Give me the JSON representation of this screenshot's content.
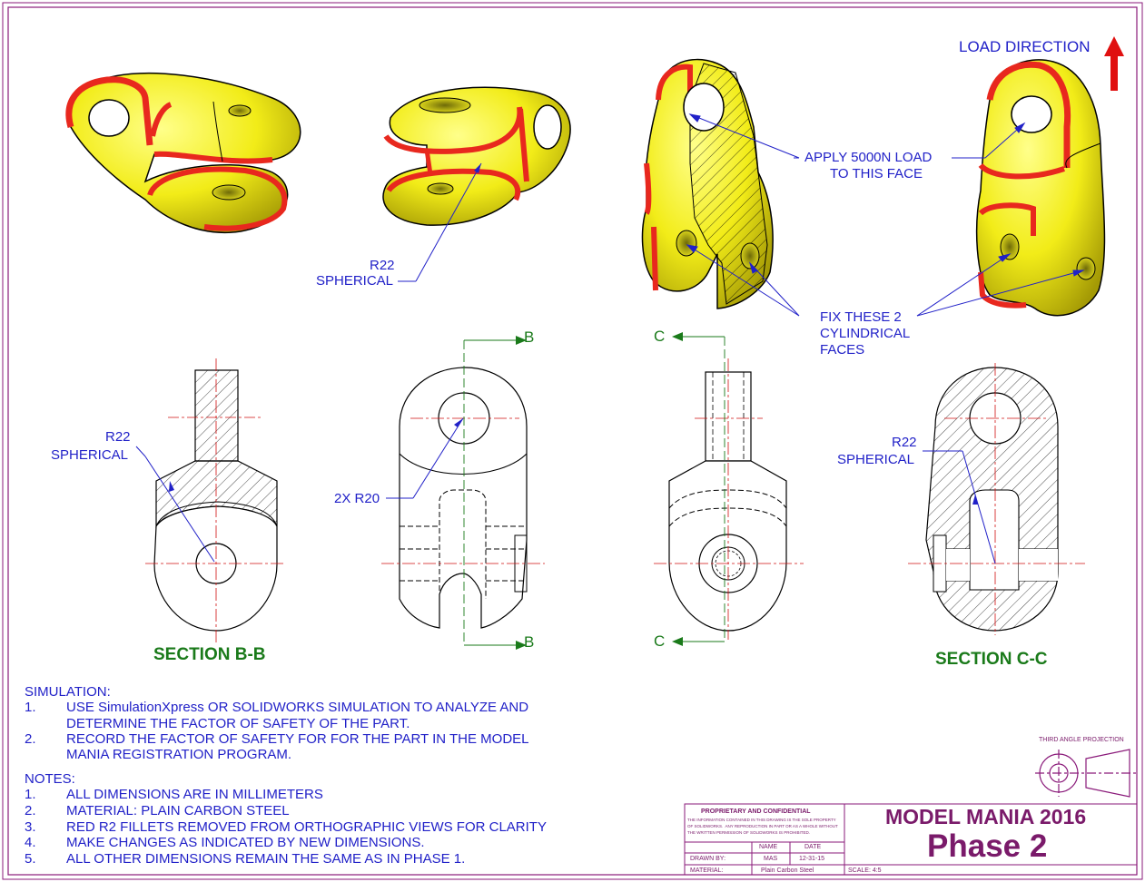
{
  "annotations": {
    "load_direction": "LOAD DIRECTION",
    "apply_load_line1": "APPLY 5000N LOAD",
    "apply_load_line2": "TO THIS FACE",
    "fix_line1": "FIX THESE 2",
    "fix_line2": "CYLINDRICAL",
    "fix_line3": "FACES",
    "r22_top": "R22",
    "spherical_top": "SPHERICAL",
    "r22_left": "R22",
    "spherical_left": "SPHERICAL",
    "r20": "2X R20",
    "r22_right": "R22",
    "spherical_right": "SPHERICAL",
    "section_b_label_top": "B",
    "section_b_label_bottom": "B",
    "section_c_label_top": "C",
    "section_c_label_bottom": "C",
    "section_bb_title": "SECTION B-B",
    "section_cc_title": "SECTION C-C"
  },
  "simulation": {
    "heading": "SIMULATION:",
    "items": [
      {
        "num": "1.",
        "line1": "USE SimulationXpress OR SOLIDWORKS SIMULATION TO ANALYZE AND",
        "line2": "DETERMINE THE FACTOR OF SAFETY OF THE PART."
      },
      {
        "num": "2.",
        "line1": "RECORD THE FACTOR OF SAFETY FOR FOR THE PART IN THE MODEL",
        "line2": "MANIA REGISTRATION PROGRAM."
      }
    ]
  },
  "notes": {
    "heading": "NOTES:",
    "items": [
      {
        "num": "1.",
        "text": "ALL DIMENSIONS ARE IN MILLIMETERS"
      },
      {
        "num": "2.",
        "text": "MATERIAL: PLAIN CARBON STEEL"
      },
      {
        "num": "3.",
        "text": "RED R2 FILLETS REMOVED FROM ORTHOGRAPHIC VIEWS FOR CLARITY"
      },
      {
        "num": "4.",
        "text": "MAKE CHANGES AS INDICATED BY NEW DIMENSIONS."
      },
      {
        "num": "5.",
        "text": "ALL OTHER DIMENSIONS REMAIN THE SAME AS IN PHASE 1."
      }
    ]
  },
  "projection": {
    "label": "THIRD ANGLE PROJECTION"
  },
  "title_block": {
    "proprietary": "PROPRIETARY AND CONFIDENTIAL",
    "disclaimer_1": "THE INFORMATION CONTAINED IN THIS DRAWING IS THE SOLE PROPERTY",
    "disclaimer_2": "OF SOLIDWORKS.  ANY REPRODUCTION IN PART OR AS A WHOLE WITHOUT",
    "disclaimer_3": "THE WRITTEN PERMISSION OF SOLIDWORKS IS PROHIBITED.",
    "name_header": "NAME",
    "date_header": "DATE",
    "drawn_by_label": "DRAWN BY:",
    "drawn_by_name": "MAS",
    "drawn_by_date": "12-31-15",
    "material_label": "MATERIAL:",
    "material_value": "Plain Carbon Steel",
    "scale": "SCALE: 4:5",
    "title": "MODEL MANIA 2016",
    "subtitle": "Phase 2"
  },
  "colors": {
    "border": "#8a1a7a",
    "annotation": "#2121c8",
    "section_green": "#1a7a1a",
    "centerline_red": "#d01010",
    "part_yellow": "#f4f01a",
    "fillet_red": "#e8281e",
    "arrow_red": "#e01010"
  }
}
